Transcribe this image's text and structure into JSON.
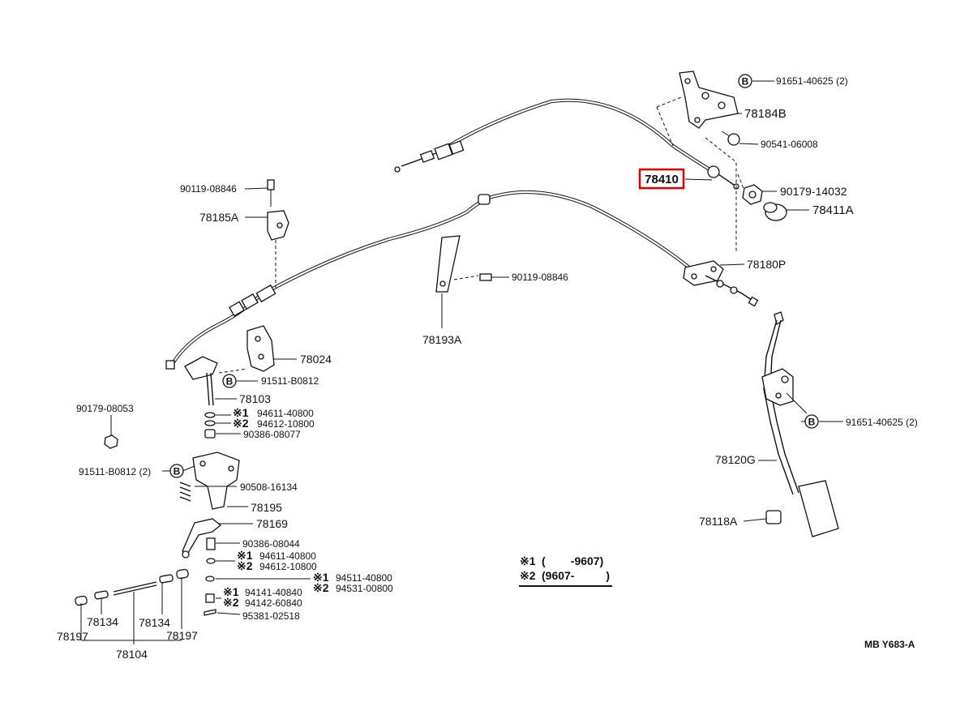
{
  "parts": {
    "p78410": "78410",
    "p91651_40625_top": "91651-40625 (2)",
    "p78184B": "78184B",
    "p90541_06008": "90541-06008",
    "p90179_14032": "90179-14032",
    "p78411A": "78411A",
    "p78180P": "78180P",
    "p90119_08846_top": "90119-08846",
    "p78185A": "78185A",
    "p90119_08846_mid": "90119-08846",
    "p78193A": "78193A",
    "p78024": "78024",
    "p91511_B0812": "91511-B0812",
    "p78103": "78103",
    "p94611_40800_a": "94611-40800",
    "p94612_10800_a": "94612-10800",
    "p90386_08077": "90386-08077",
    "p90179_08053": "90179-08053",
    "p91511_B0812_2": "91511-B0812 (2)",
    "p90508_16134": "90508-16134",
    "p78195": "78195",
    "p78169": "78169",
    "p90386_08044": "90386-08044",
    "p94611_40800_b": "94611-40800",
    "p94612_10800_b": "94612-10800",
    "p94511_40800": "94511-40800",
    "p94531_00800": "94531-00800",
    "p94141_40840": "94141-40840",
    "p94142_60840": "94142-60840",
    "p95381_02518": "95381-02518",
    "p78134_a": "78134",
    "p78134_b": "78134",
    "p78197_a": "78197",
    "p78197_b": "78197",
    "p78104": "78104",
    "p91651_40625_bot": "91651-40625 (2)",
    "p78120G": "78120G",
    "p78118A": "78118A"
  },
  "marks": {
    "m1": "※1",
    "m2": "※2",
    "b": "B"
  },
  "legend": {
    "row1_mark": "※1",
    "row1_text": "(        -9607)",
    "row2_mark": "※2",
    "row2_text": "(9607-          )"
  },
  "code": "MB  Y683-A"
}
